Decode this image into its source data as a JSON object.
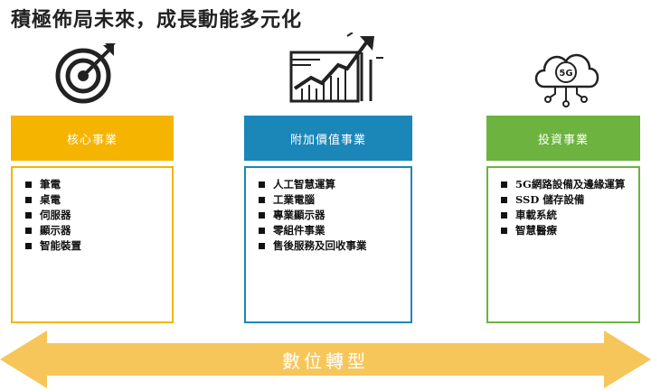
{
  "title": "積極佈局未來，成長動能多元化",
  "columns": [
    {
      "header": "核心事業",
      "color": "#F5B400",
      "icon": "target-icon",
      "items": [
        "筆電",
        "桌電",
        "伺服器",
        "顯示器",
        "智能裝置"
      ]
    },
    {
      "header": "附加價值事業",
      "color": "#1B86B8",
      "icon": "growth-chart-icon",
      "items": [
        "人工智慧運算",
        "工業電腦",
        "專業顯示器",
        "零組件事業",
        "售後服務及回收事業"
      ]
    },
    {
      "header": "投資事業",
      "color": "#6CB33F",
      "icon": "5g-cloud-icon",
      "items": [
        "5G網路設備及邊緣運算",
        "SSD 儲存設備",
        "車載系統",
        "智慧醫療"
      ],
      "icon_text": "5G"
    }
  ],
  "arrow": {
    "label": "數位轉型",
    "color": "#F7C65A"
  }
}
